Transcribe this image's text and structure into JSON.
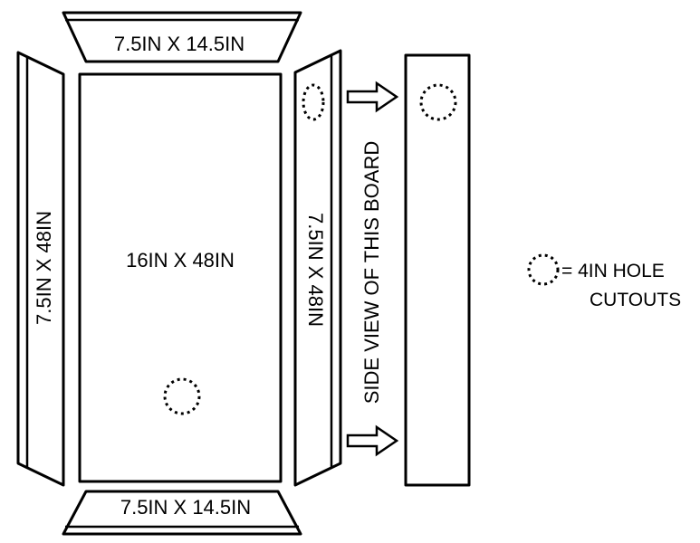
{
  "diagram": {
    "top_board_label": "7.5IN X 14.5IN",
    "bottom_board_label": "7.5IN X 14.5IN",
    "left_board_label": "7.5IN X 48IN",
    "right_board_label": "7.5IN X 48IN",
    "center_board_label": "16IN X 48IN",
    "side_view_label": "SIDE VIEW OF THIS BOARD"
  },
  "legend": {
    "line1": "= 4IN HOLE",
    "line2": "CUTOUTS"
  }
}
